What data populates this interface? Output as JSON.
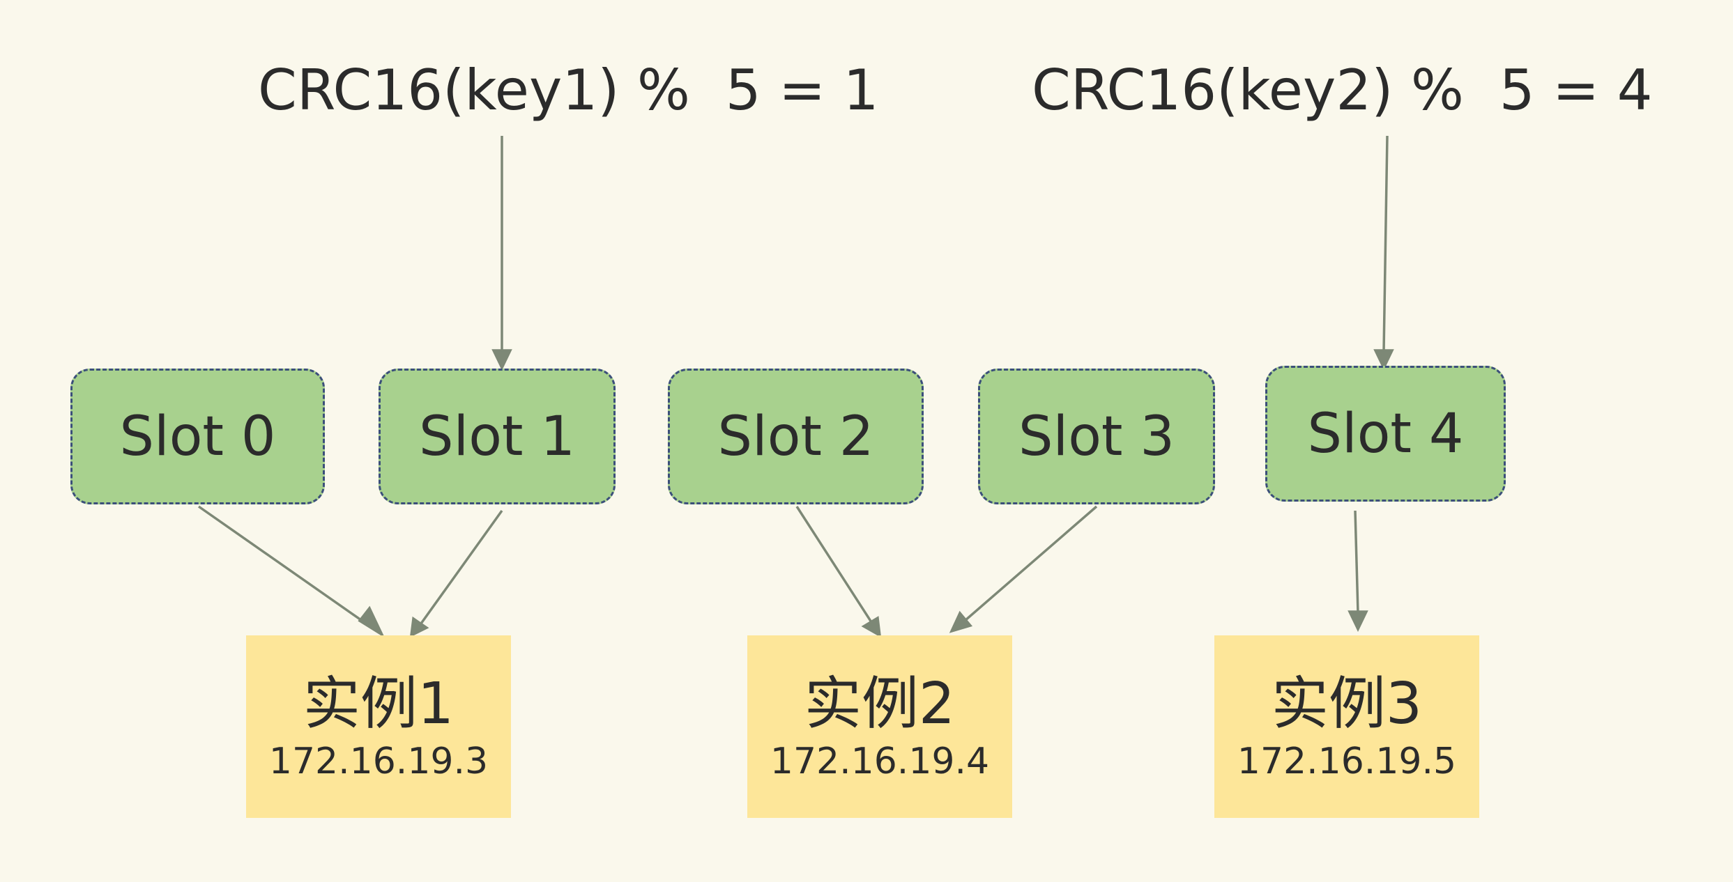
{
  "formulas": [
    {
      "text": "CRC16(key1) %  5 = 1"
    },
    {
      "text": "CRC16(key2) %  5 = 4"
    }
  ],
  "slots": [
    {
      "label": "Slot 0"
    },
    {
      "label": "Slot 1"
    },
    {
      "label": "Slot 2"
    },
    {
      "label": "Slot 3"
    },
    {
      "label": "Slot 4"
    }
  ],
  "instances": [
    {
      "name": "实例1",
      "ip": "172.16.19.3"
    },
    {
      "name": "实例2",
      "ip": "172.16.19.4"
    },
    {
      "name": "实例3",
      "ip": "172.16.19.5"
    }
  ],
  "colors": {
    "background": "#faf8ec",
    "slot_fill": "#a8d18e",
    "slot_border": "#3b4f7a",
    "instance_fill": "#fde699",
    "arrow": "#7d8876",
    "text": "#2b2b2b"
  }
}
